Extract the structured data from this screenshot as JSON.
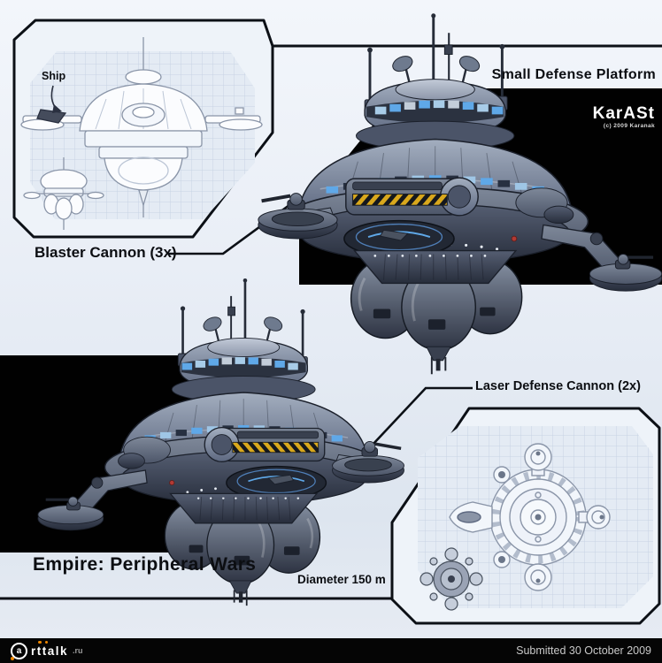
{
  "header": {
    "platform_title": "Small Defense Platform",
    "artist_logo": "KarASt",
    "artist_copyright": "(c) 2009 Karanak"
  },
  "callouts": {
    "ship": "Ship",
    "blaster": "Blaster Cannon (3x)",
    "laser": "Laser Defense Cannon (2x)",
    "diameter": "Diameter 150 m",
    "empire": "Empire: Peripheral Wars"
  },
  "footer": {
    "site_letter": "a",
    "site_name": "rttalk",
    "site_tld": ".ru",
    "submitted": "Submitted 30 October 2009"
  },
  "colors": {
    "accent_orange": "#ee8700",
    "window_blue": "#5fa8e8",
    "hazard_yellow": "#d9a81c",
    "panel_outline": "#0c1016",
    "background_black": "#000000"
  }
}
